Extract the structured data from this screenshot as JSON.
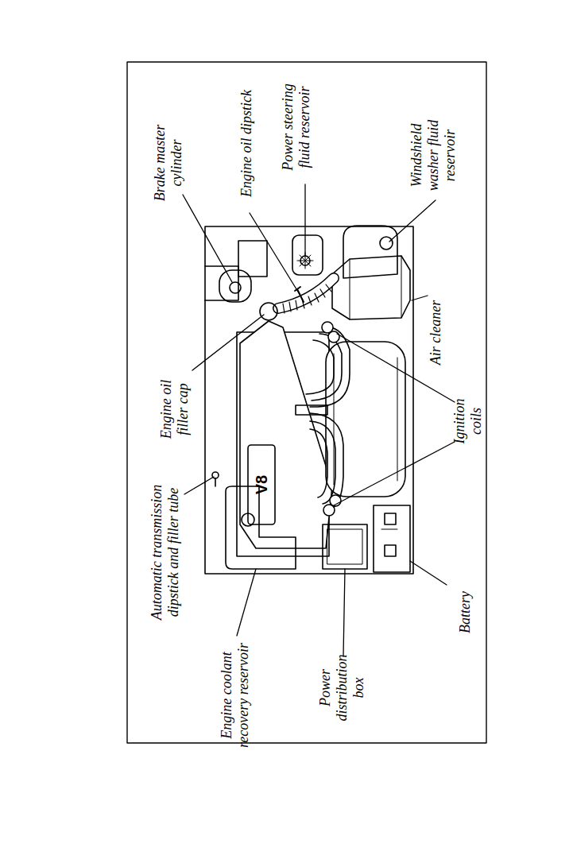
{
  "diagram": {
    "labels": [
      "Brake master cylinder",
      "Engine oil dipstick",
      "Power steering fluid reservoir",
      "Windshield washer fluid reservoir",
      "Air cleaner",
      "Ignition coils",
      "Engine oil filler cap",
      "Automatic transmission dipstick and filler tube",
      "Engine coolant recovery reservoir",
      "Power distribution box",
      "Battery",
      "V8"
    ]
  }
}
